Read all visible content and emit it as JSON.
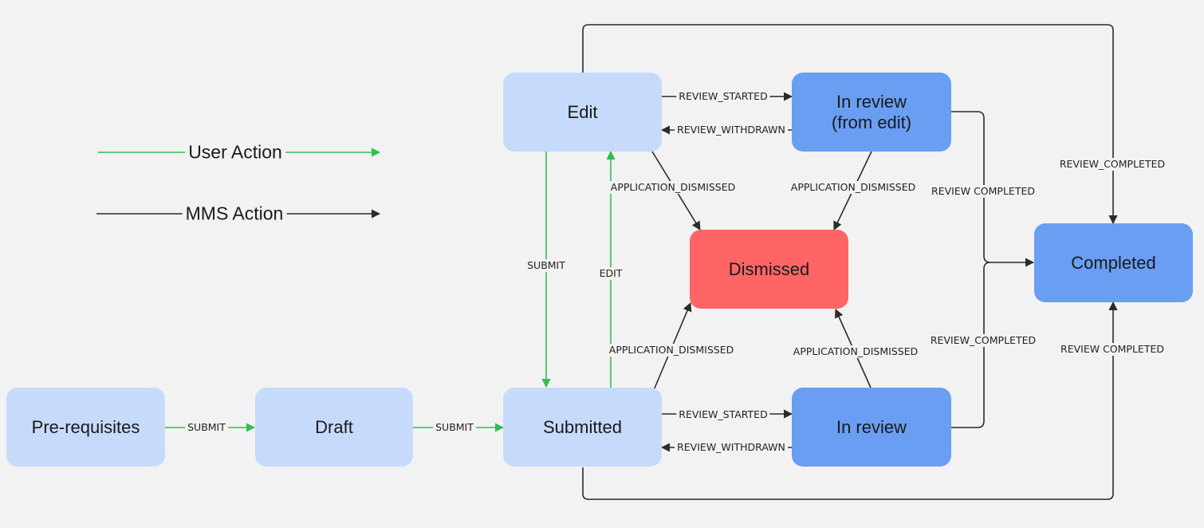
{
  "legend": {
    "user_action": "User Action",
    "mms_action": "MMS Action"
  },
  "colors": {
    "user_action": "#2fbf4f",
    "mms_action": "#2b2b2b",
    "state_light": "#c6dbfb",
    "state_review": "#6a9ef2",
    "state_dismissed": "#ff6565",
    "background": "#f2f2f2"
  },
  "states": {
    "prerequisites": "Pre-requisites",
    "draft": "Draft",
    "submitted": "Submitted",
    "edit": "Edit",
    "in_review_edit": "In review\n(from edit)",
    "in_review": "In review",
    "dismissed": "Dismissed",
    "completed": "Completed"
  },
  "transitions": {
    "prereq_to_draft": "SUBMIT",
    "draft_to_submitted": "SUBMIT",
    "edit_to_submitted": "SUBMIT",
    "submitted_to_edit": "EDIT",
    "edit_review_started": "REVIEW_STARTED",
    "edit_review_withdrawn": "REVIEW_WITHDRAWN",
    "submitted_review_started": "REVIEW_STARTED",
    "submitted_review_withdrawn": "REVIEW_WITHDRAWN",
    "edit_dismissed": "APPLICATION_DISMISSED",
    "review_edit_dismissed": "APPLICATION_DISMISSED",
    "submitted_dismissed": "APPLICATION_DISMISSED",
    "review_dismissed": "APPLICATION_DISMISSED",
    "edit_completed_top": "REVIEW_COMPLETED",
    "review_edit_completed": "REVIEW COMPLETED",
    "review_completed": "REVIEW_COMPLETED",
    "submitted_completed_bottom": "REVIEW COMPLETED"
  }
}
